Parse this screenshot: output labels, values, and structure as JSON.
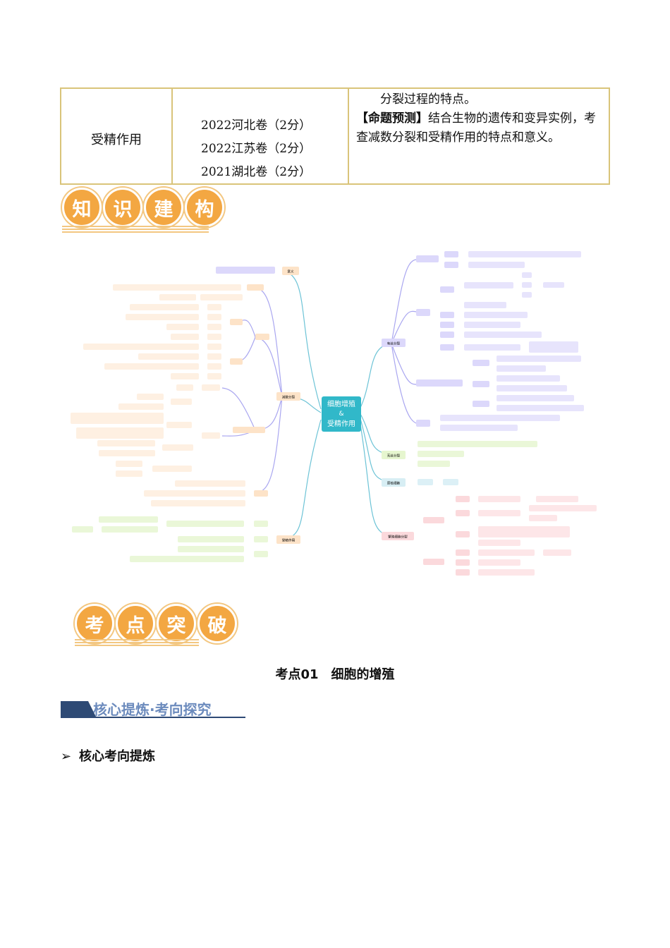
{
  "table": {
    "topic": "受精作用",
    "years": [
      "2022河北卷（2分）",
      "2022江苏卷（2分）",
      "2021湖北卷（2分）"
    ],
    "desc_cont": "分裂过程的特点。",
    "desc_label": "【命题预测】",
    "desc_text": "结合生物的遗传和变异实例，考查减数分裂和受精作用的特点和意义。"
  },
  "badge1": [
    "知",
    "识",
    "建",
    "构"
  ],
  "badge2": [
    "考",
    "点",
    "突",
    "破"
  ],
  "mindmap": {
    "center": [
      "细胞增殖",
      "&",
      "受精作用"
    ],
    "branches": {
      "youti": "有丝分裂",
      "wusi": "无丝分裂",
      "yuanhe": "原核细胞",
      "shengzhi": "繁殖细胞分裂",
      "jianshu": "减数分裂",
      "shoujing": "受精作用",
      "yiyi": "意义"
    }
  },
  "section_title": "考点01　细胞的增殖",
  "banner": "核心提炼·考向探究",
  "subhead": "核心考向提炼",
  "subhead_arrow": "➢"
}
